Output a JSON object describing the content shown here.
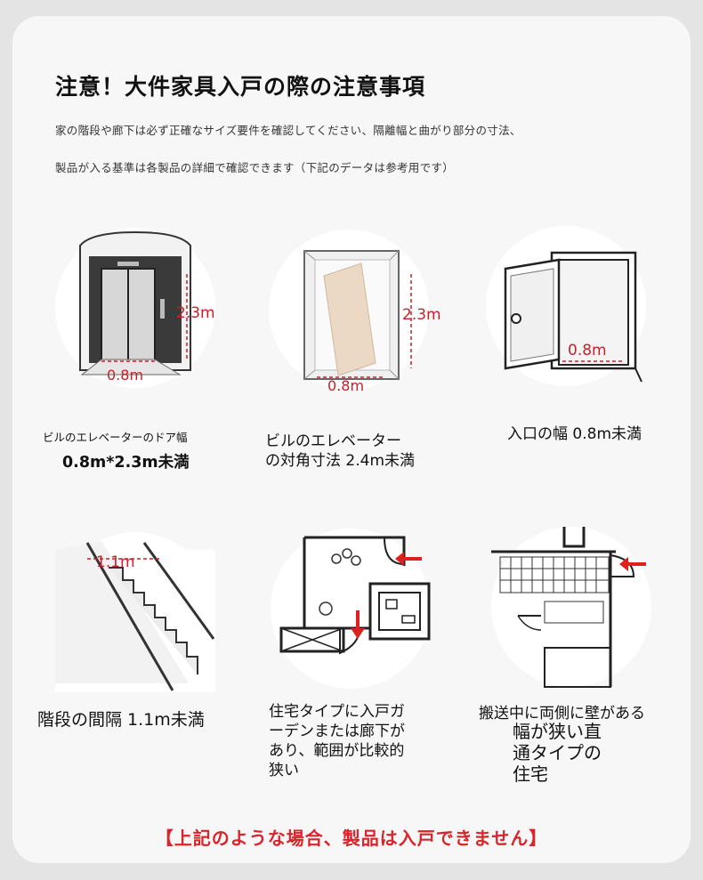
{
  "title": "注意！大件家具入戸の際の注意事項",
  "desc_line1": "家の階段や廊下は必ず正確なサイズ要件を確認してください、隔離幅と曲がり部分の寸法、",
  "desc_line2": "製品が入る基準は各製品の詳細で確認できます（下記のデータは参考用です）",
  "items": [
    {
      "icon": "elevator-door-icon",
      "dim_w": "0.8m",
      "dim_h": "2.3m",
      "caption_small": "ビルのエレベーターのドア幅",
      "caption_big": "0.8m*2.3m未満"
    },
    {
      "icon": "elevator-interior-icon",
      "dim_w": "0.8m",
      "dim_h": "2.3m",
      "caption_line1": "ビルのエレベーター",
      "caption_line2": "の対角寸法 2.4m未満"
    },
    {
      "icon": "entrance-door-icon",
      "dim_w": "0.8m",
      "caption": "入口の幅 0.8m未満"
    },
    {
      "icon": "staircase-icon",
      "dim_w": "1.1m",
      "caption": "階段の間隔 1.1m未満"
    },
    {
      "icon": "floor-plan-garden-icon",
      "caption_lines": [
        "住宅タイプに入戸ガ",
        "ーデンまたは廊下が",
        "あり、範囲が比較的",
        "狭い"
      ]
    },
    {
      "icon": "narrow-corridor-icon",
      "caption_line1": "搬送中に両側に壁がある",
      "caption_lines": [
        "幅が狭い直",
        "通タイプの",
        "住宅"
      ]
    }
  ],
  "footer": "【上記のような場合、製品は入戸できません】",
  "colors": {
    "accent": "#d8242a",
    "dimension": "#c8202a"
  }
}
